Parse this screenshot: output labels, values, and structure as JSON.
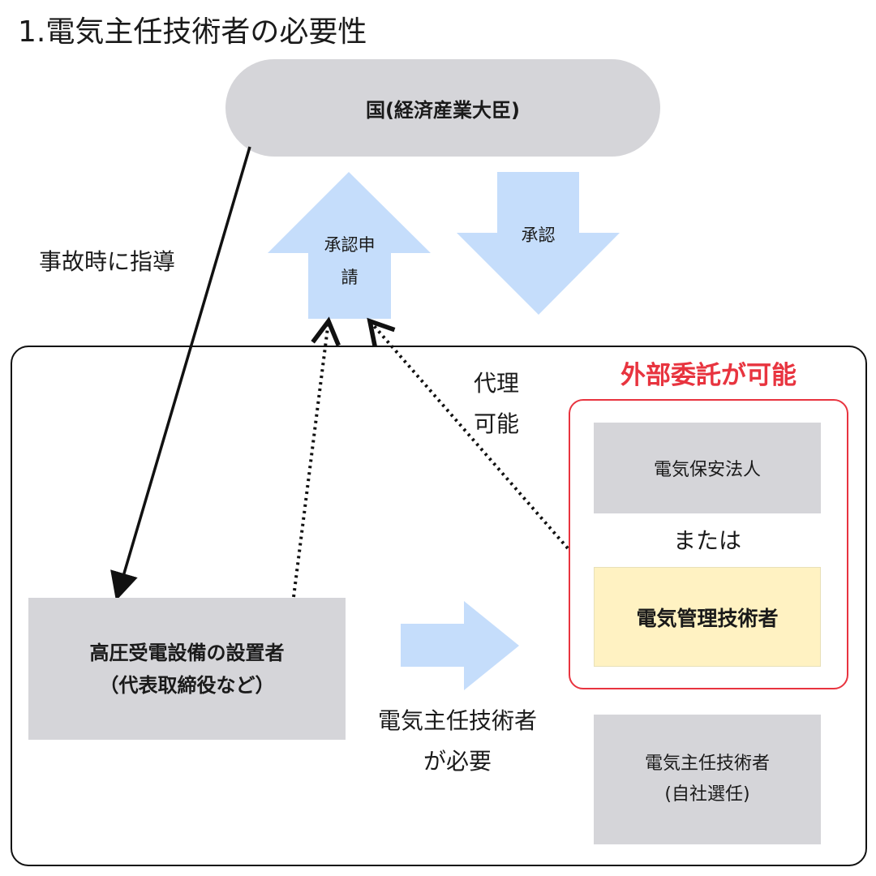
{
  "title": "1.電気主任技術者の必要性",
  "government": {
    "label": "国(経済産業大臣)"
  },
  "arrows": {
    "approval_request": [
      "承認申",
      "請"
    ],
    "approval": "承認"
  },
  "left_label": "事故時に指導",
  "proxy_label": [
    "代理",
    "可能"
  ],
  "outsource_label": "外部委託が可能",
  "boxes": {
    "setter": [
      "高圧受電設備の設置者",
      "（代表取締役など）"
    ],
    "hojin": "電気保安法人",
    "or": "または",
    "kanri": "電気管理技術者",
    "jisha": [
      "電気主任技術者",
      "(自社選任)"
    ]
  },
  "need_label": [
    "電気主任技術者",
    "が必要"
  ],
  "colors": {
    "gray_box": "#d5d5d9",
    "arrow_blue": "#c5ddfb",
    "accent_red": "#e8343f",
    "highlight_yellow": "#fff2c2"
  }
}
